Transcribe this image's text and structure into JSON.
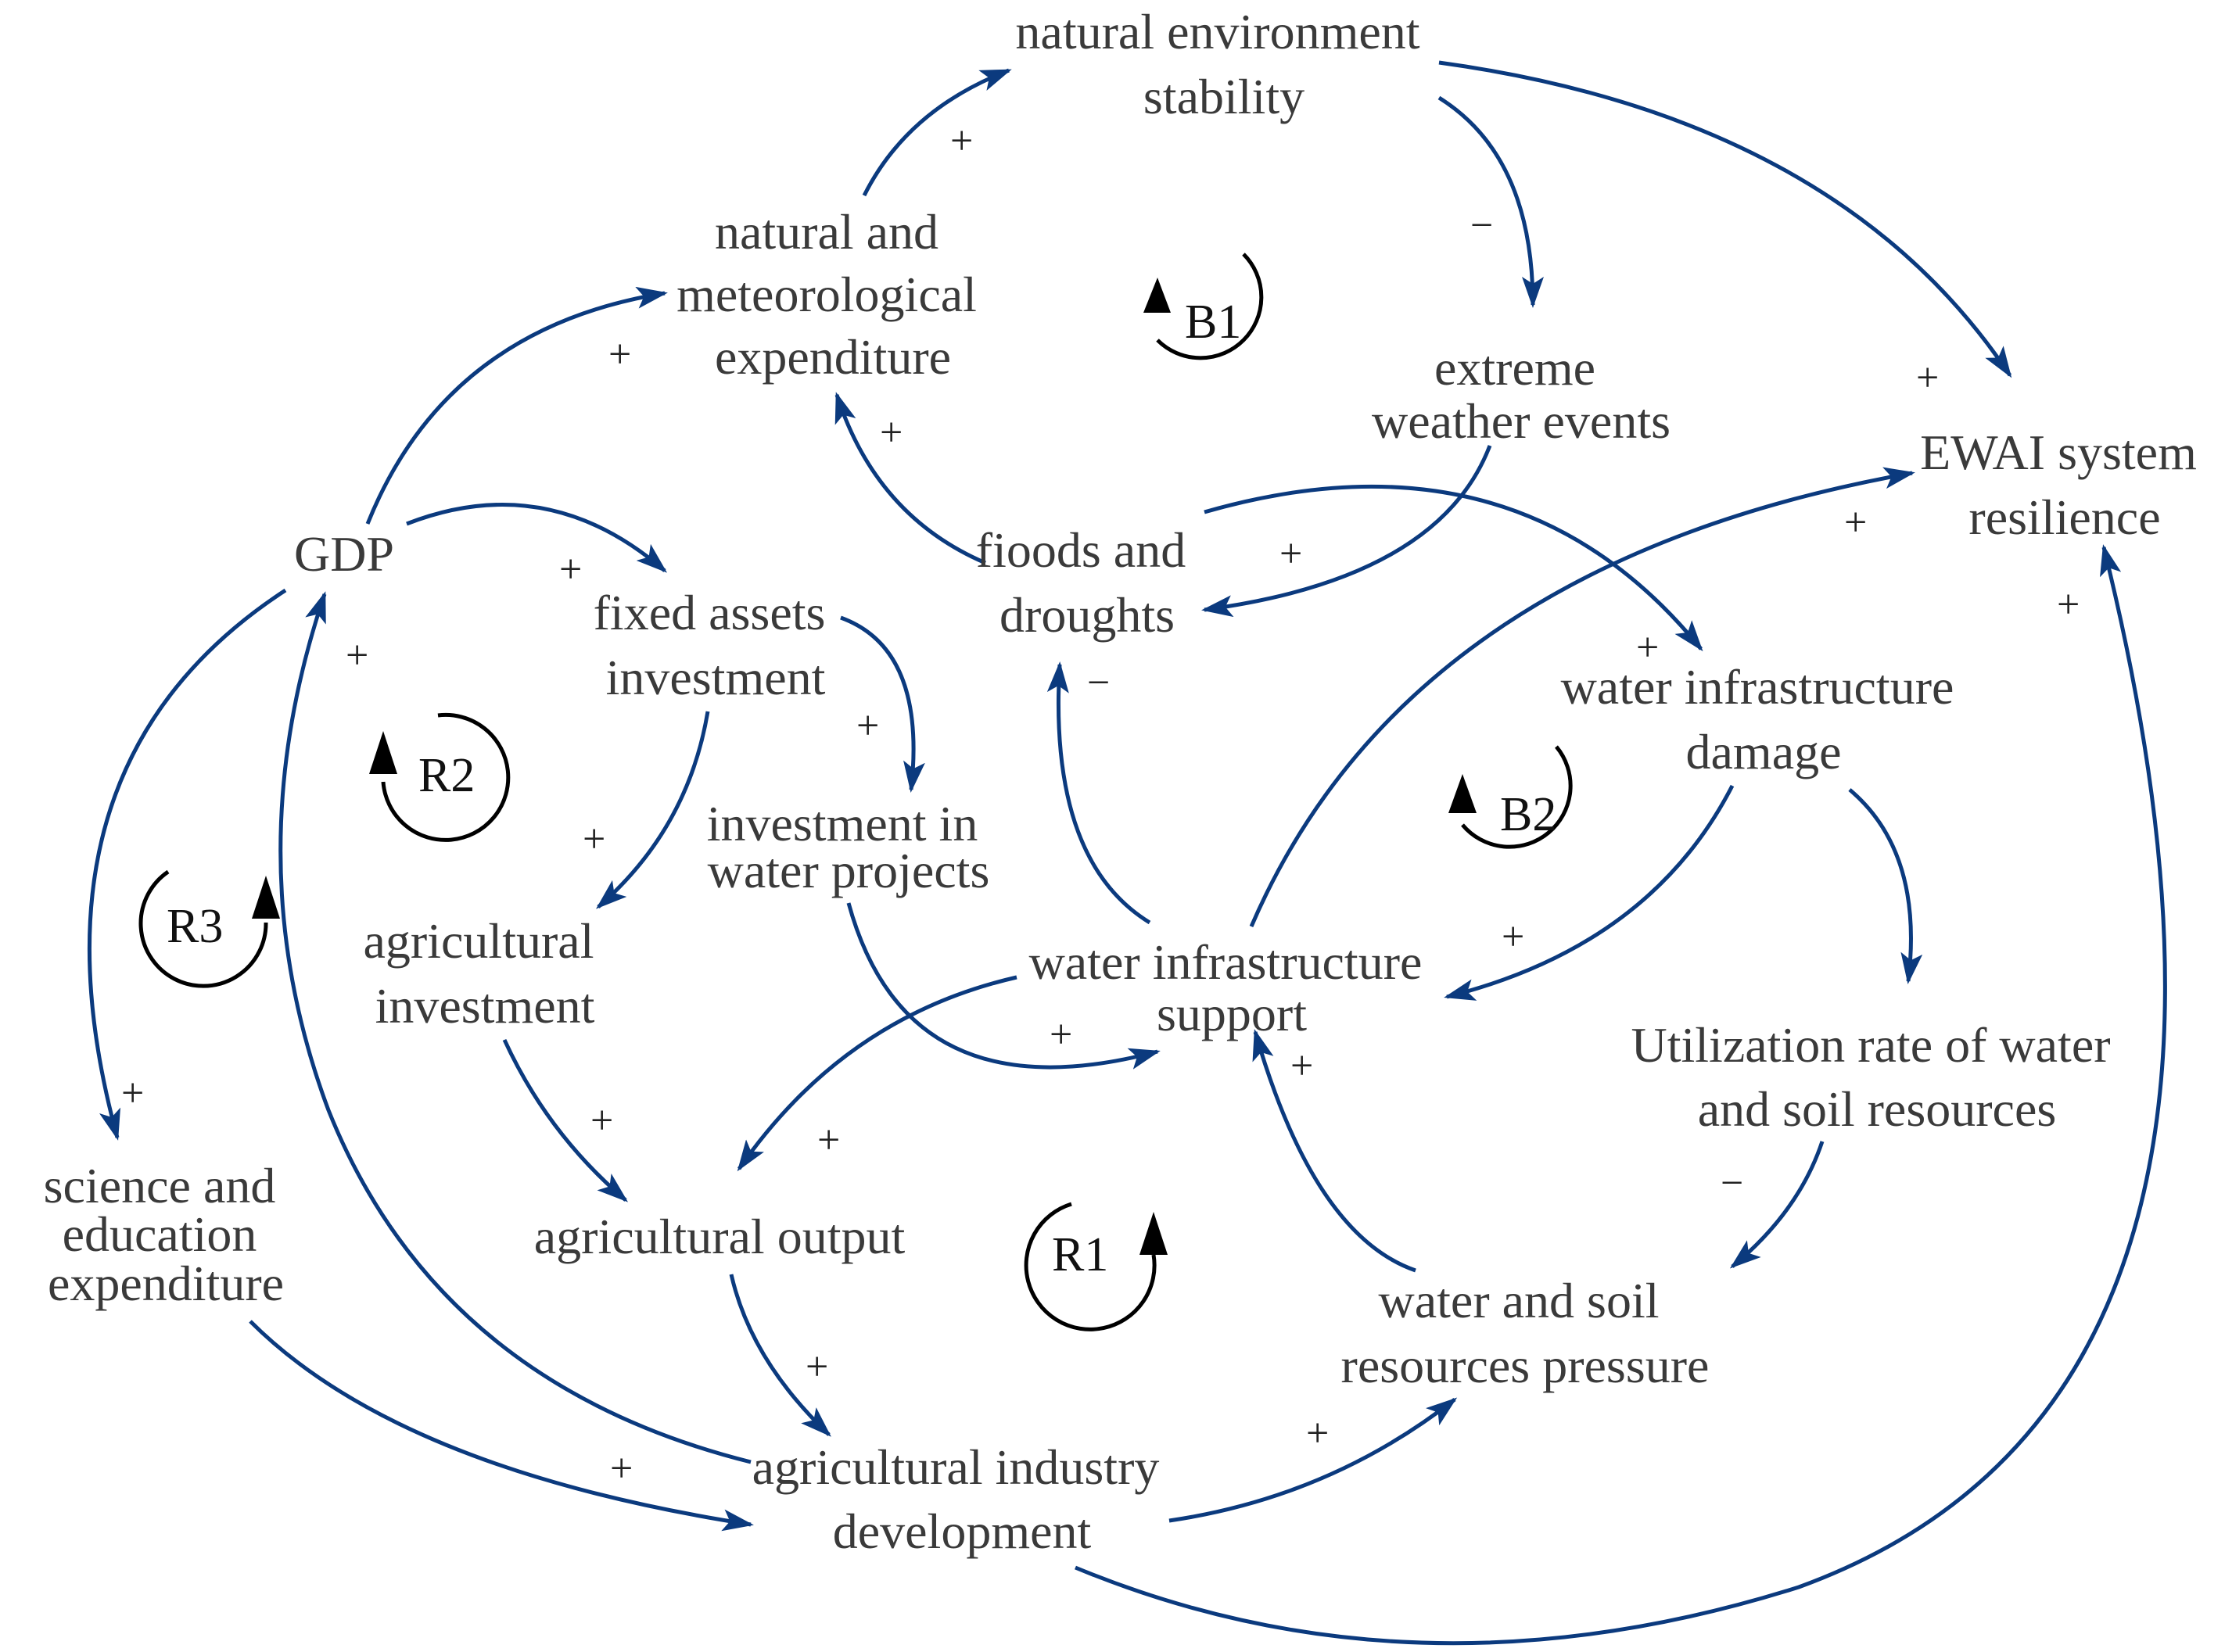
{
  "colors": {
    "link": "#0b3a7e",
    "text": "#3a3a3a",
    "loop": "#000000"
  },
  "nodes": {
    "natural_environment_stability": [
      "natural environment",
      "stability"
    ],
    "natural_meteorological_expenditure": [
      "natural and",
      "meteorological",
      "expenditure"
    ],
    "extreme_weather_events": [
      "extreme",
      "weather events"
    ],
    "ewai_system_resilience": [
      "EWAI system",
      "resilience"
    ],
    "gdp": [
      "GDP"
    ],
    "fixed_assets_investment": [
      "fixed assets",
      "investment"
    ],
    "floods_and_droughts": [
      "fioods and",
      "droughts"
    ],
    "water_infrastructure_damage": [
      "water infrastructure",
      "damage"
    ],
    "investment_in_water_projects": [
      "investment in",
      "water projects"
    ],
    "agricultural_investment": [
      "agricultural",
      "investment"
    ],
    "water_infrastructure_support": [
      "water infrastructure",
      "support"
    ],
    "utilization_rate": [
      "Utilization rate of water",
      "and soil resources"
    ],
    "science_education_expenditure": [
      "science and",
      "education",
      "expenditure"
    ],
    "agricultural_output": [
      "agricultural output"
    ],
    "water_soil_pressure": [
      "water and soil",
      "resources pressure"
    ],
    "agricultural_industry_development": [
      "agricultural industry",
      "development"
    ]
  },
  "loops": {
    "b1": "B1",
    "b2": "B2",
    "r1": "R1",
    "r2": "R2",
    "r3": "R3"
  },
  "links": [
    {
      "from": "natural_meteorological_expenditure",
      "to": "natural_environment_stability",
      "polarity": "+"
    },
    {
      "from": "natural_environment_stability",
      "to": "extreme_weather_events",
      "polarity": "−"
    },
    {
      "from": "natural_environment_stability",
      "to": "ewai_system_resilience",
      "polarity": "+"
    },
    {
      "from": "gdp",
      "to": "natural_meteorological_expenditure",
      "polarity": "+"
    },
    {
      "from": "floods_and_droughts",
      "to": "natural_meteorological_expenditure",
      "polarity": "+"
    },
    {
      "from": "extreme_weather_events",
      "to": "floods_and_droughts",
      "polarity": "+"
    },
    {
      "from": "floods_and_droughts",
      "to": "water_infrastructure_damage",
      "polarity": "+"
    },
    {
      "from": "water_infrastructure_support",
      "to": "ewai_system_resilience",
      "polarity": "+"
    },
    {
      "from": "agricultural_industry_development",
      "to": "ewai_system_resilience",
      "polarity": "+"
    },
    {
      "from": "gdp",
      "to": "fixed_assets_investment",
      "polarity": "+"
    },
    {
      "from": "fixed_assets_investment",
      "to": "investment_in_water_projects",
      "polarity": "+"
    },
    {
      "from": "fixed_assets_investment",
      "to": "agricultural_investment",
      "polarity": "+"
    },
    {
      "from": "investment_in_water_projects",
      "to": "water_infrastructure_support",
      "polarity": "+"
    },
    {
      "from": "water_infrastructure_support",
      "to": "floods_and_droughts",
      "polarity": "−"
    },
    {
      "from": "water_infrastructure_damage",
      "to": "water_infrastructure_support",
      "polarity": "+"
    },
    {
      "from": "water_infrastructure_damage",
      "to": "utilization_rate",
      "polarity": ""
    },
    {
      "from": "utilization_rate",
      "to": "water_soil_pressure",
      "polarity": "−"
    },
    {
      "from": "water_soil_pressure",
      "to": "water_infrastructure_support",
      "polarity": "+"
    },
    {
      "from": "water_infrastructure_support",
      "to": "agricultural_output",
      "polarity": "+"
    },
    {
      "from": "agricultural_investment",
      "to": "agricultural_output",
      "polarity": "+"
    },
    {
      "from": "agricultural_output",
      "to": "agricultural_industry_development",
      "polarity": "+"
    },
    {
      "from": "agricultural_industry_development",
      "to": "water_soil_pressure",
      "polarity": "+"
    },
    {
      "from": "gdp",
      "to": "science_education_expenditure",
      "polarity": "+"
    },
    {
      "from": "science_education_expenditure",
      "to": "agricultural_industry_development",
      "polarity": "+"
    },
    {
      "from": "agricultural_industry_development",
      "to": "gdp",
      "polarity": "+"
    }
  ]
}
